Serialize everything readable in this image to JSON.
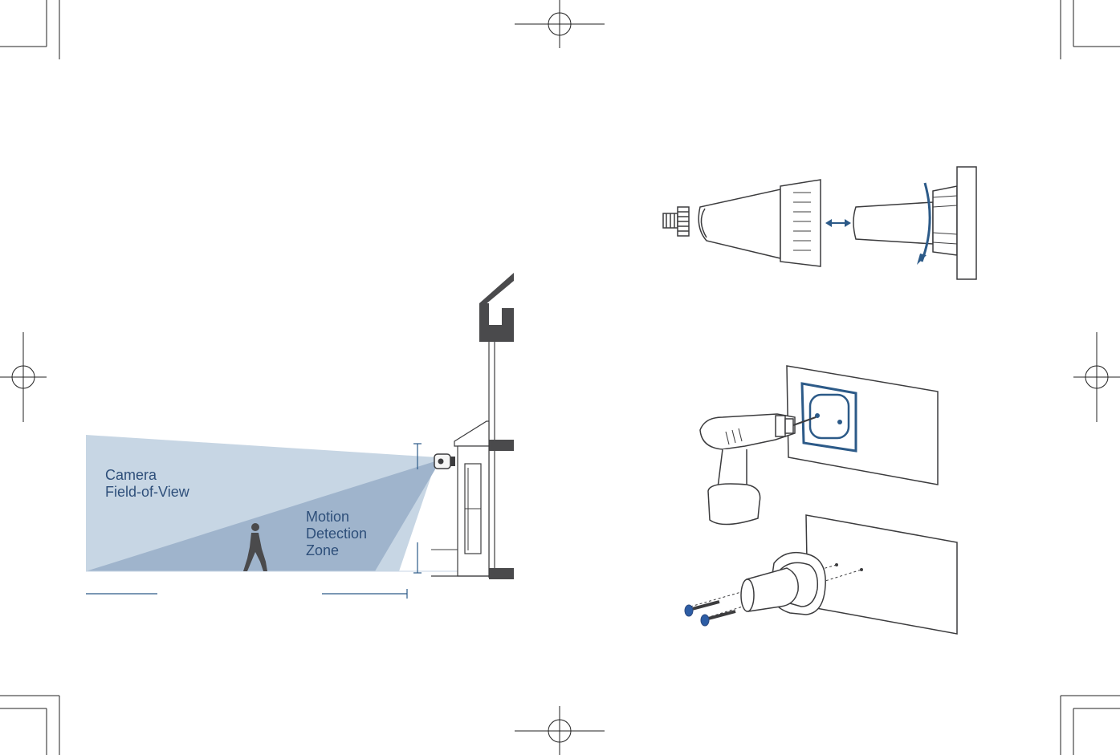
{
  "diagram": {
    "fov_label_line1": "Camera",
    "fov_label_line2": "Field-of-View",
    "motion_label_line1": "Motion",
    "motion_label_line2": "Detection",
    "motion_label_line3": "Zone"
  },
  "colors": {
    "fov_fill": "#c7d6e4",
    "motion_fill": "#9fb4cc",
    "label_text": "#2e4f7a",
    "accent_blue": "#2c5a88",
    "screw_blue": "#2d5da5",
    "wall_dark": "#4a4a4c",
    "line": "#3c3c3e"
  }
}
